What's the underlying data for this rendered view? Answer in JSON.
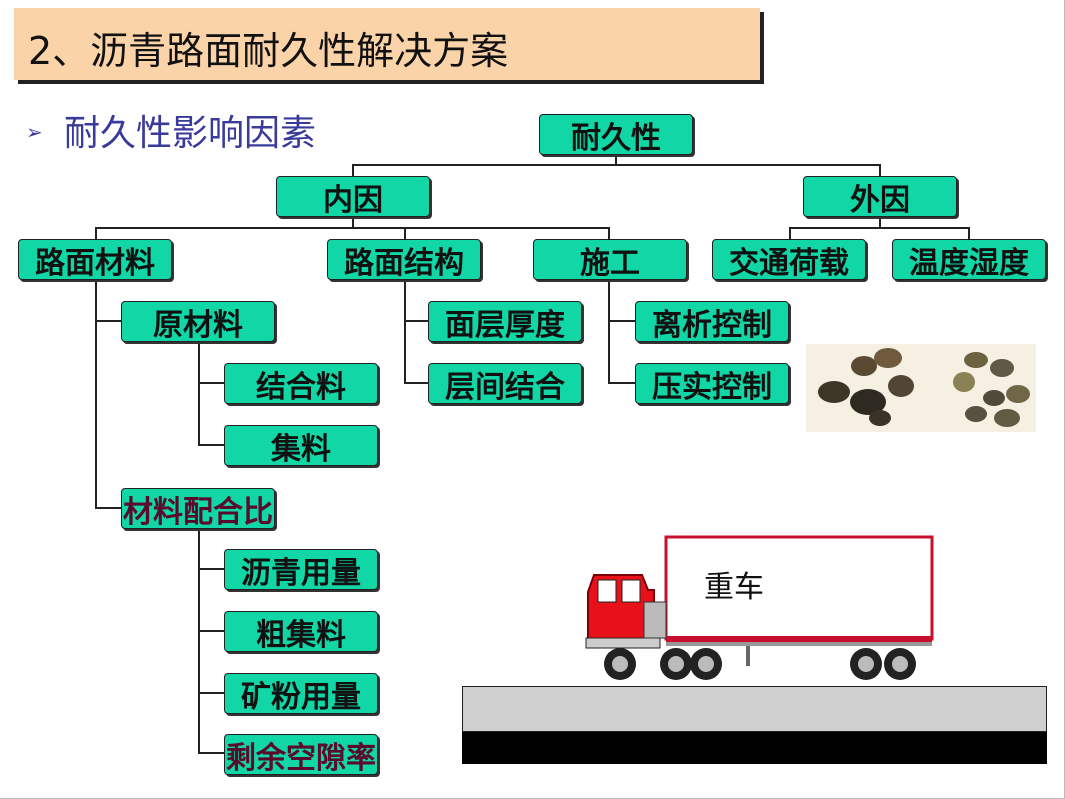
{
  "title": "2、沥青路面耐久性解决方案",
  "section": "耐久性影响因素",
  "bullet_glyph": "➢",
  "tree": {
    "root": "耐久性",
    "internal": "内因",
    "external": "外因",
    "materials": "路面材料",
    "structure": "路面结构",
    "construction": "施工",
    "traffic_load": "交通荷载",
    "temp_humidity": "温度湿度",
    "raw_materials": "原材料",
    "binder": "结合料",
    "aggregate": "集料",
    "mix_ratio": "材料配合比",
    "asphalt_content": "沥青用量",
    "coarse_aggregate": "粗集料",
    "mineral_filler": "矿粉用量",
    "air_voids": "剩余空隙率",
    "layer_thickness": "面层厚度",
    "interlayer_bond": "层间结合",
    "segregation_control": "离析控制",
    "compaction_control": "压实控制"
  },
  "truck_label": "重车",
  "colors": {
    "title_bg": "#fbd3a8",
    "node_fill": "#11d6a6",
    "section_text": "#3a3a9a",
    "truck_cab": "#e8111a"
  }
}
